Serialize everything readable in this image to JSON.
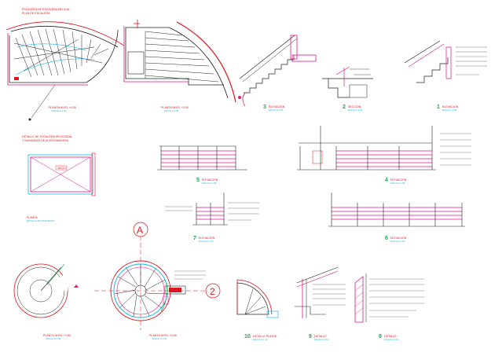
{
  "sheet": {
    "headers": {
      "spiral_helical_top": [
        "ESCALERA DE ESCALERA HELICAL",
        "PLAN DE ESCALERA"
      ],
      "detail_mid": [
        "DETALLE DE ESCALERA HELICOIDAL",
        "Y BARANDAS DE ACERO/MADERA"
      ],
      "plan_caption": [
        "PLANTA",
        "DETALLE DE PASAMANO"
      ]
    },
    "views": [
      {
        "key": "v_plan_a",
        "title": "PLANTA  NIVEL +0.00",
        "sub": "ESCALA 1:50"
      },
      {
        "key": "v_plan_b",
        "title": "PLANTA  NIVEL +0.00",
        "sub": "ESCALA 1:50"
      },
      {
        "key": "v3",
        "num": "3",
        "title": "ELEVACION",
        "sub": "ESCALA 1:25"
      },
      {
        "key": "v2",
        "num": "2",
        "title": "SECCION",
        "sub": "ESCALA 1:25"
      },
      {
        "key": "v1",
        "num": "1",
        "title": "ELEVACION",
        "sub": "ESCALA 1:25"
      },
      {
        "key": "v5",
        "num": "5",
        "title": "ELEVACION",
        "sub": "ESCALA 1:25"
      },
      {
        "key": "v4",
        "num": "4",
        "title": "ELEVACION",
        "sub": "ESCALA 1:25"
      },
      {
        "key": "v7",
        "num": "7",
        "title": "ELEVACION",
        "sub": "ESCALA 1:25"
      },
      {
        "key": "v6",
        "num": "6",
        "title": "ELEVACION",
        "sub": "ESCALA 1:25"
      },
      {
        "key": "v_plan_c",
        "title": "PLANTA  NIVEL +2.80",
        "sub": "ESCALA 1:50"
      },
      {
        "key": "v_plan_d",
        "title": "PLANTA  NIVEL +0.00",
        "sub": "ESCALA 1:50"
      },
      {
        "key": "v10",
        "num": "10",
        "title": "DETALLE PLANTA",
        "sub": "ESCALA 1:10"
      },
      {
        "key": "v9",
        "num": "9",
        "title": "DETALLE",
        "sub": "ESCALA 1:10"
      },
      {
        "key": "v8",
        "num": "8",
        "title": "DETALLE",
        "sub": "ESCALA 1:10"
      }
    ],
    "void_label": "VACIO",
    "grid_bubbles": {
      "a": "A",
      "two": "2"
    },
    "colors": {
      "red": "#e0141e",
      "cyan": "#19b9e6",
      "magenta": "#e0148c",
      "green": "#1fa84a",
      "black": "#222222",
      "yellow": "#e6c800"
    }
  }
}
